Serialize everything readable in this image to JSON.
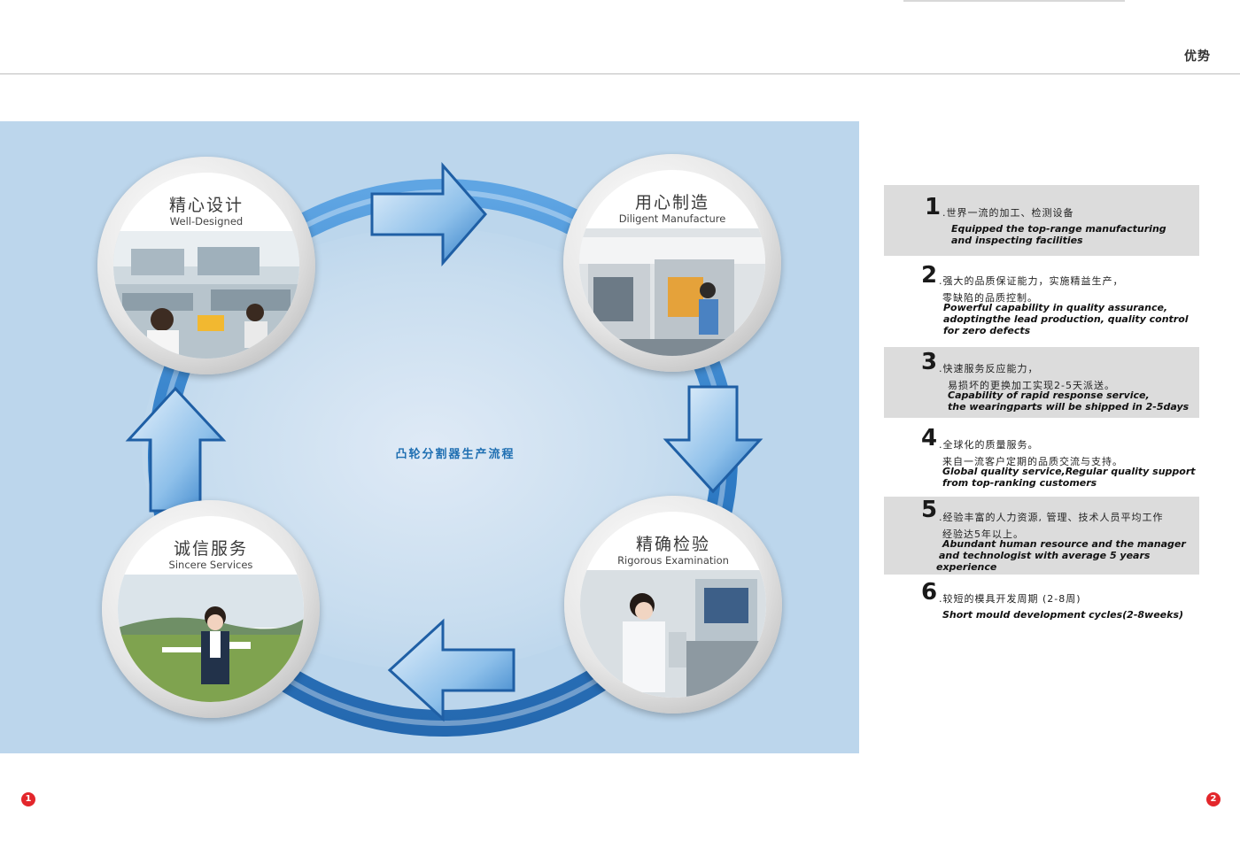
{
  "header": {
    "title": "优势"
  },
  "panel": {
    "center_label": "凸轮分割器生产流程"
  },
  "nodes": [
    {
      "cn": "精心设计",
      "en": "Well-Designed"
    },
    {
      "cn": "用心制造",
      "en": "Diligent Manufacture"
    },
    {
      "cn": "诚信服务",
      "en": "Sincere Services"
    },
    {
      "cn": "精确检验",
      "en": "Rigorous Examination"
    }
  ],
  "items": [
    {
      "num": "1",
      "cn": [
        ".世界一流的加工、检测设备"
      ],
      "en": [
        "Equipped the top-range manufacturing",
        "and inspecting facilities"
      ]
    },
    {
      "num": "2",
      "cn": [
        ".强大的品质保证能力，实施精益生产，",
        "零缺陷的品质控制。"
      ],
      "en": [
        "Powerful capability in quality assurance,",
        "adoptingthe lead production, quality control",
        "for zero defects"
      ]
    },
    {
      "num": "3",
      "cn": [
        ".快速服务反应能力，",
        "易损坏的更换加工实现2-5天派送。"
      ],
      "en": [
        "Capability of rapid response service,",
        "the wearingparts will be shipped in 2-5days"
      ]
    },
    {
      "num": "4",
      "cn": [
        ".全球化的质量服务。",
        "来自一流客户定期的品质交流与支持。"
      ],
      "en": [
        "Global quality service,Regular quality support",
        "from top-ranking customers"
      ]
    },
    {
      "num": "5",
      "cn": [
        ".经验丰富的人力资源, 管理、技术人员平均工作",
        "经验达5年以上。"
      ],
      "en": [
        "Abundant human resource and the manager",
        "and technologist with average 5 years",
        "experience"
      ]
    },
    {
      "num": "6",
      "cn": [
        ".较短的模具开发周期 (2-8周)"
      ],
      "en": [
        "Short mould development cycles(2-8weeks)"
      ]
    }
  ],
  "pages": {
    "left": "1",
    "right": "2"
  },
  "colors": {
    "panel_bg": "#bcd6ec",
    "ring_blue": "#2f7cc6",
    "item_shade": "#dcdcdc",
    "page_badge": "#e3262b"
  }
}
